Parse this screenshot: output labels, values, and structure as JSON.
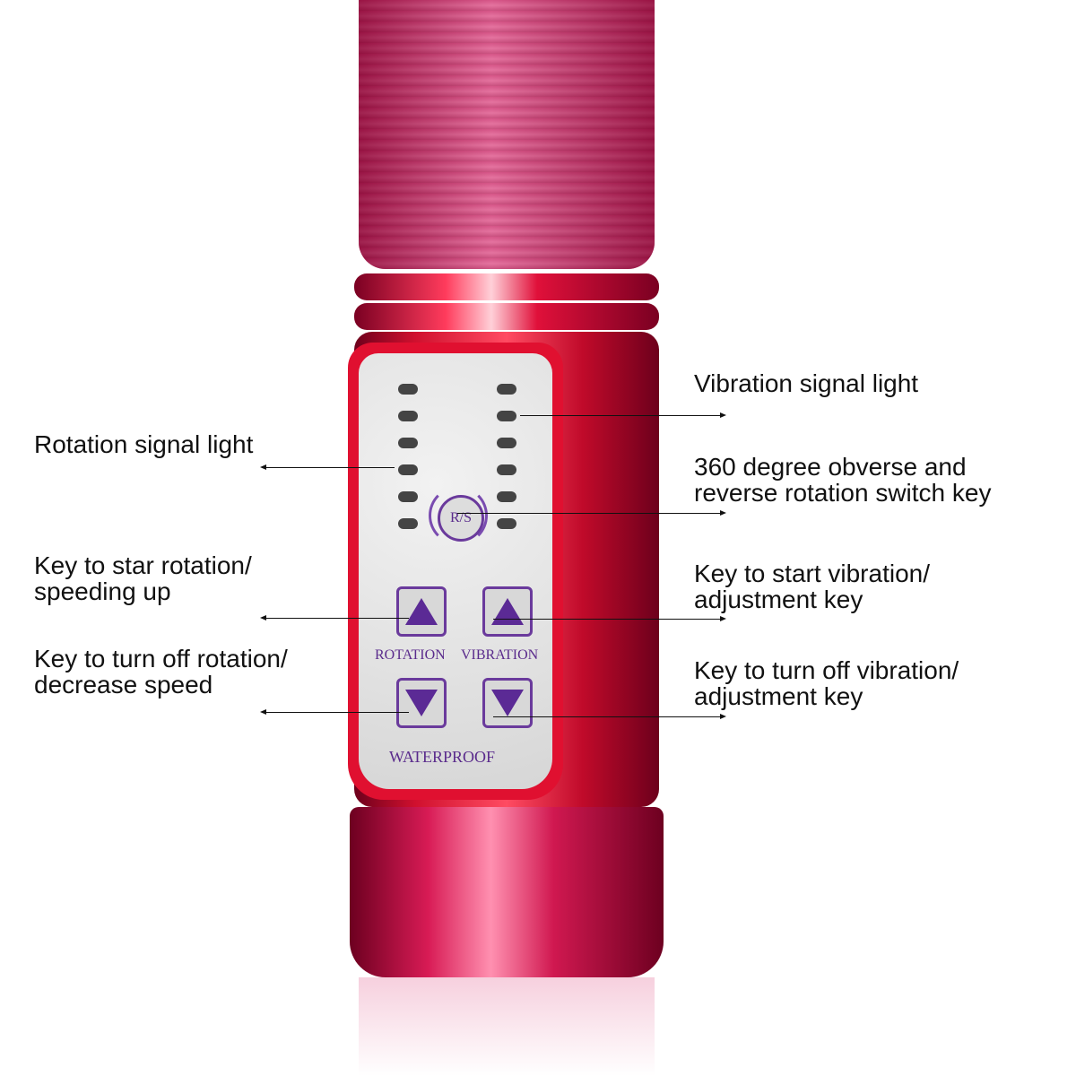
{
  "panel": {
    "rs_label": "R/S",
    "rotation_label": "ROTATION",
    "vibration_label": "VIBRATION",
    "waterproof_label": "WATERPROOF",
    "led_count_per_side": 6
  },
  "callouts": {
    "left": [
      {
        "id": "rotation-signal-light",
        "text": "Rotation signal light"
      },
      {
        "id": "rotation-up-key",
        "line1": "Key to star rotation/",
        "line2": "speeding up"
      },
      {
        "id": "rotation-down-key",
        "line1": "Key to turn off rotation/",
        "line2": "decrease speed"
      }
    ],
    "right": [
      {
        "id": "vibration-signal-light",
        "text": "Vibration signal light"
      },
      {
        "id": "rs-switch-key",
        "line1": "360 degree obverse and",
        "line2": "reverse rotation switch key"
      },
      {
        "id": "vibration-up-key",
        "line1": "Key to start vibration/",
        "line2": "adjustment key"
      },
      {
        "id": "vibration-down-key",
        "line1": "Key to turn off vibration/",
        "line2": "adjustment key"
      }
    ]
  },
  "colors": {
    "body": "#d0102e",
    "panel_face": "#e0e0e0",
    "panel_accent": "#5b2a95",
    "text": "#111111"
  }
}
